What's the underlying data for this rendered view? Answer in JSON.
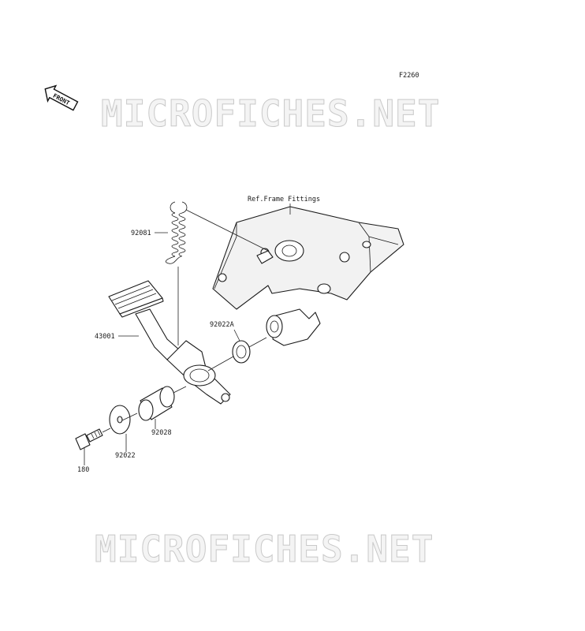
{
  "diagram_code": "F2260",
  "front_badge": "FRONT",
  "watermark_top": "MICROFICHES.NET",
  "watermark_bottom": "MICROFICHES.NET",
  "labels": {
    "ref_frame": "Ref.Frame Fittings",
    "spring": "92081",
    "pedal": "43001",
    "washer_a": "92022A",
    "collar": "92028",
    "washer": "92022",
    "bolt": "180"
  }
}
